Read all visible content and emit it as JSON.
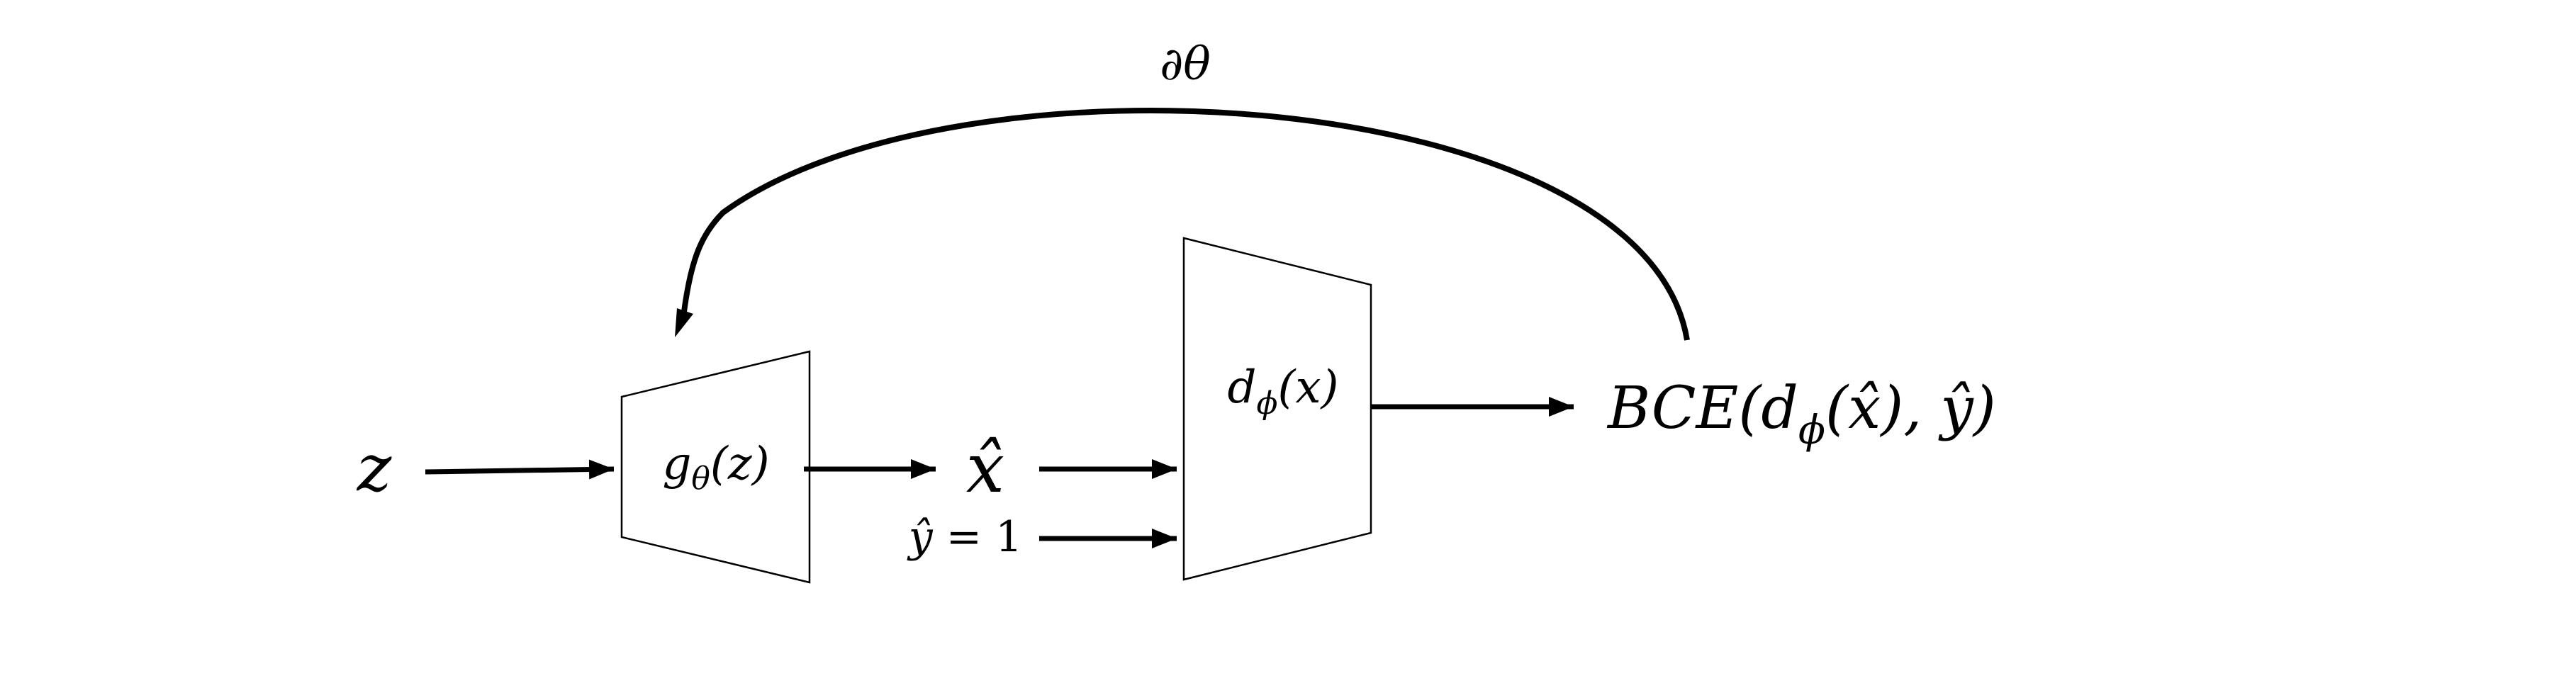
{
  "nodes": {
    "noise": {
      "label": "z"
    },
    "generator": {
      "label_main": "g",
      "label_sub": "θ",
      "label_arg": "(z)"
    },
    "generated_sample": {
      "label": "x̂"
    },
    "fake_label": {
      "label_var": "ŷ",
      "label_rest": " = 1"
    },
    "discriminator": {
      "label_main": "d",
      "label_sub": "ϕ",
      "label_arg": "(x)"
    },
    "loss": {
      "label_prefix": "BCE(d",
      "label_sub": "ϕ",
      "label_args": "(x̂), ŷ)"
    }
  },
  "feedback": {
    "label": "∂θ"
  },
  "edges": [
    {
      "from": "noise",
      "to": "generator"
    },
    {
      "from": "generator",
      "to": "generated_sample"
    },
    {
      "from": "generated_sample",
      "to": "discriminator"
    },
    {
      "from": "fake_label",
      "to": "discriminator"
    },
    {
      "from": "discriminator",
      "to": "loss"
    },
    {
      "from": "loss",
      "to": "generator",
      "kind": "gradient-feedback"
    }
  ]
}
